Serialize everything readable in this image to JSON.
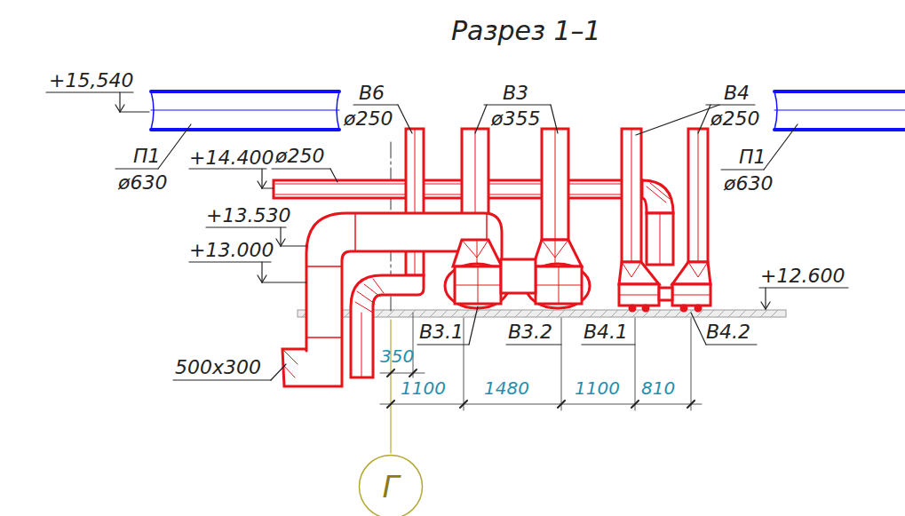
{
  "diagram": {
    "title": "Разрез 1–1",
    "nodes": [
      {
        "text": [
          "Г"
        ]
      }
    ],
    "labels": [
      "+15,540",
      "П1",
      "ø630",
      "В6",
      "ø250",
      "В3",
      "ø355",
      "В4",
      "ø250",
      "П1",
      "ø630",
      "+14.400",
      "ø250",
      "+13.530",
      "+13.000",
      "+12.600",
      "В3.1",
      "В3.2",
      "В4.1",
      "В4.2",
      "500x300",
      "350",
      "1100",
      "1480",
      "1100",
      "810"
    ]
  }
}
